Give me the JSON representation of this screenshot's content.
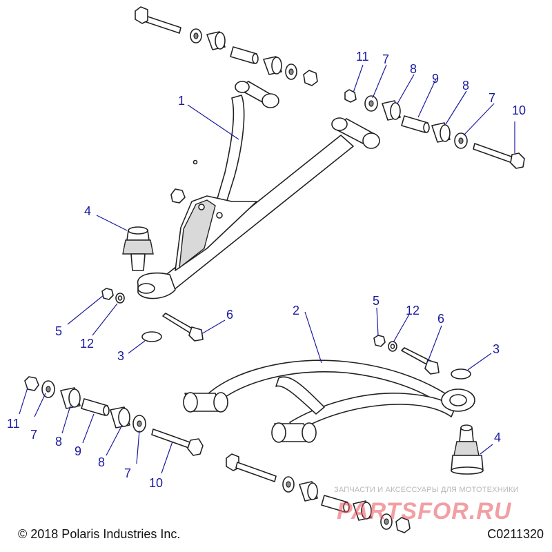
{
  "callouts": [
    "1",
    "2",
    "3",
    "4",
    "5",
    "6",
    "7",
    "8",
    "9",
    "10",
    "11",
    "12"
  ],
  "footer": {
    "copyright": "© 2018 Polaris Industries Inc.",
    "figure_code": "C0211320"
  },
  "watermark": {
    "caption": "ЗАПЧАСТИ И АКСЕССУАРЫ ДЛЯ МОТОТЕХНИКИ",
    "logo_text": "PARTSFOR.RU",
    "color": "#e8505a"
  },
  "colors": {
    "callout": "#1a1aa0",
    "line": "#222222"
  }
}
